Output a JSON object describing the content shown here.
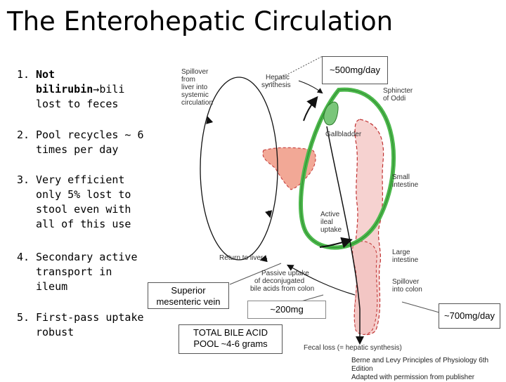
{
  "title": "The Enterohepatic Circulation",
  "points": [
    {
      "num": "1.",
      "bold": "Not bilirubin",
      "rest": "bili lost to feces"
    },
    {
      "num": "2.",
      "text": "Pool recycles ~ 6 times per day"
    },
    {
      "num": "3.",
      "text": "Very efficient only 5% lost to stool even with all of this use"
    },
    {
      "num": "4.",
      "text": "Secondary active transport in ileum"
    },
    {
      "num": "5.",
      "text": "First-pass uptake robust"
    }
  ],
  "boxes": {
    "synthesis": "~500mg/day",
    "sup_vein": "Superior mesenteric vein",
    "passive_amount": "~200mg",
    "colon_amount": "~700mg/day",
    "pool": "TOTAL BILE ACID POOL ~4-6 grams"
  },
  "labels": {
    "spillover_liver": "Spillover from liver into systemic circulation",
    "hepatic_synthesis": "Hepatic synthesis",
    "sphincter": "Sphincter of Oddi",
    "gallbladder": "Gallbladder",
    "small_intestine": "Small intestine",
    "active_ileal": "Active ileal uptake",
    "return_liver": "Return to liver",
    "large_intestine": "Large intestine",
    "passive_uptake": "Passive uptake of deconjugated bile acids from colon",
    "spillover_colon": "Spillover into colon",
    "fecal_loss": "Fecal loss (= hepatic synthesis)"
  },
  "caption": {
    "line1": "Berne and Levy Principles of Physiology 6th Edition",
    "line2": "Adapted with permission from publisher"
  },
  "colors": {
    "loop": "#4cb84c",
    "organ": "#f2a896",
    "intestine": "#f6d2d0",
    "gallbladder": "#7ac67a"
  }
}
